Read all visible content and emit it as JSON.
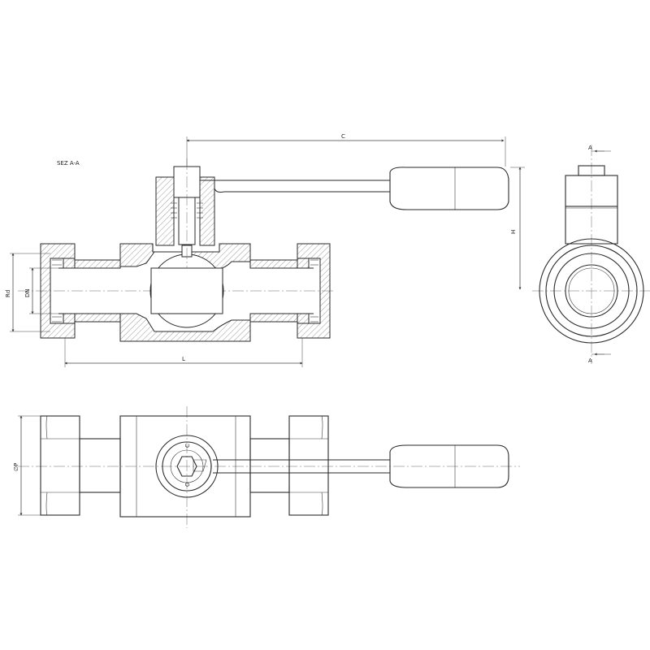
{
  "section_label": "SEZ  A-A",
  "dimensions": {
    "c": "C",
    "h": "H",
    "l": "L",
    "rd": "Rd",
    "dn": "DN",
    "p": "∅P"
  },
  "section_marks": {
    "top": "A",
    "bottom": "A"
  },
  "handle_marks": {
    "open": "O",
    "closed": "C"
  }
}
